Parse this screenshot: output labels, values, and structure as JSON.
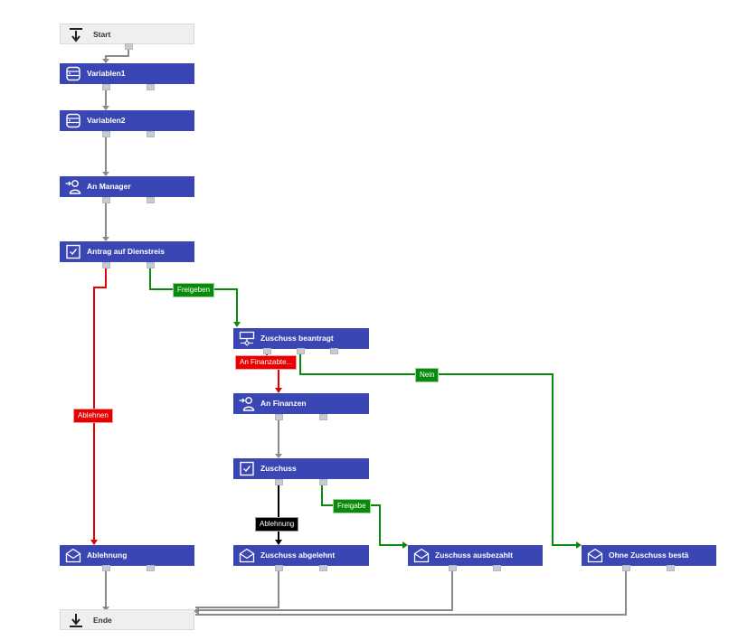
{
  "colors": {
    "node": "#3a46b4",
    "terminal": "#eef0f0",
    "default_wire": "#8a8a8a",
    "reject_wire": "#e60000",
    "approve_wire": "#0a8a0a",
    "manual_wire": "#000000"
  },
  "nodes": {
    "start": {
      "label": "Start",
      "icon": "arrow-down-to-line-icon"
    },
    "variablen1": {
      "label": "Variablen1",
      "icon": "database-icon"
    },
    "variablen2": {
      "label": "Variablen2",
      "icon": "database-icon"
    },
    "an_manager": {
      "label": "An Manager",
      "icon": "user-assign-icon"
    },
    "antrag": {
      "label": "Antrag auf Dienstreis",
      "icon": "checkbox-task-icon"
    },
    "zuschuss_beantragt": {
      "label": "Zuschuss beantragt",
      "icon": "decision-flow-icon"
    },
    "an_finanzen": {
      "label": "An Finanzen",
      "icon": "user-assign-icon"
    },
    "zuschuss": {
      "label": "Zuschuss",
      "icon": "checkbox-task-icon"
    },
    "ablehnung": {
      "label": "Ablehnung",
      "icon": "envelope-icon"
    },
    "zuschuss_abgelehnt": {
      "label": "Zuschuss abgelehnt",
      "icon": "envelope-icon"
    },
    "zuschuss_ausbezahlt": {
      "label": "Zuschuss ausbezahlt",
      "icon": "envelope-icon"
    },
    "ohne_zuschuss": {
      "label": "Ohne Zuschuss bestä",
      "icon": "envelope-icon"
    },
    "ende": {
      "label": "Ende",
      "icon": "arrow-down-to-line-icon"
    }
  },
  "edges": {
    "freigeben": "Freigeben",
    "ablehnen": "Ablehnen",
    "an_finanzabte": "An Finanzabte...",
    "nein": "Nein",
    "freigabe": "Freigabe",
    "ablehnung": "Ablehnung"
  }
}
